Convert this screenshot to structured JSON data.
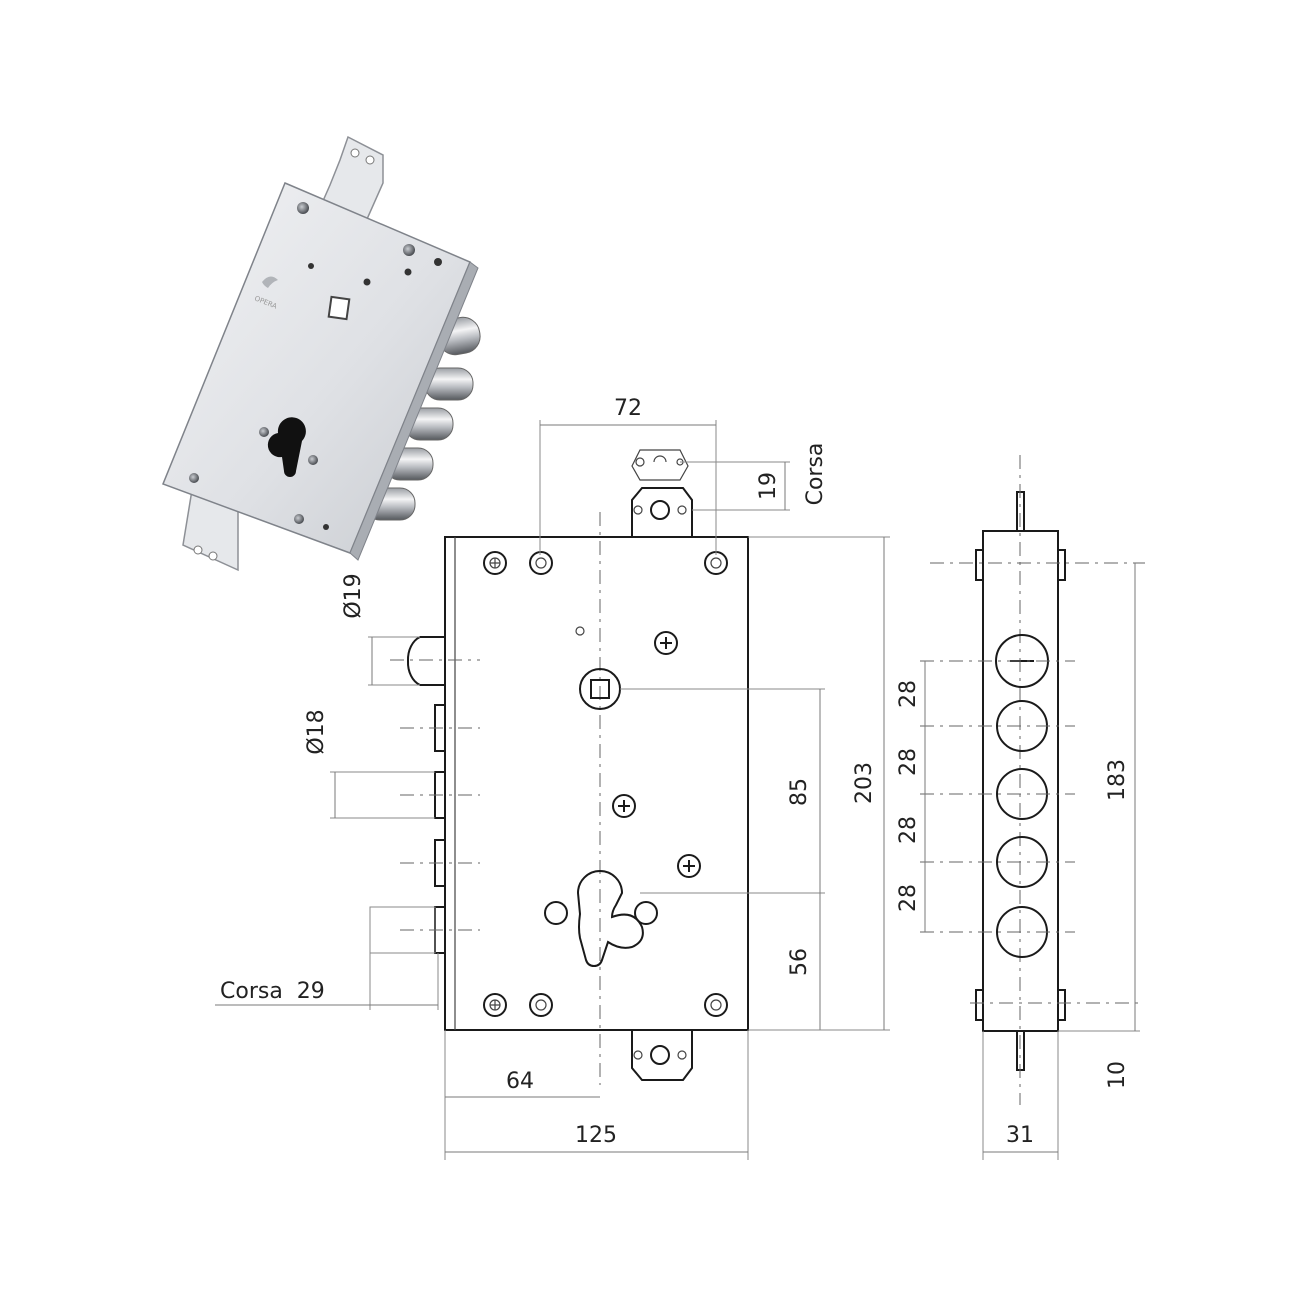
{
  "product_render": {
    "brand_text": "OPERA"
  },
  "dimensions": {
    "backset": "72",
    "stroke_label": "Corsa",
    "stroke_value": "19",
    "latch_diameter": "Ø19",
    "bolt_diameter": "Ø18",
    "bolt_stroke": "Corsa  29",
    "center_to_cylinder": "85",
    "cylinder_to_bottom": "56",
    "case_height": "203",
    "bolt_spacing_1": "28",
    "bolt_spacing_2": "28",
    "bolt_spacing_3": "28",
    "bolt_spacing_4": "28",
    "faceplate_height": "183",
    "cylinder_offset": "64",
    "case_width": "125",
    "case_depth": "31",
    "tab_length": "10"
  }
}
